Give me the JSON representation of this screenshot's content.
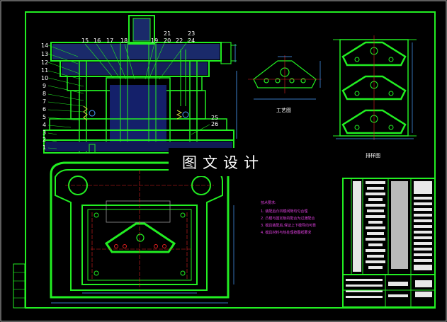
{
  "drawing": {
    "part_numbers_left": [
      "14",
      "13",
      "12",
      "11",
      "10",
      "9",
      "8",
      "7",
      "6",
      "5",
      "4",
      "3",
      "2",
      "1"
    ],
    "part_numbers_top": [
      "15",
      "16",
      "17",
      "18",
      "19",
      "20",
      "21",
      "22",
      "23",
      "24"
    ],
    "part_numbers_right": [
      "25",
      "26"
    ],
    "process_diagram_label": "工艺图",
    "layout_diagram_label": "排样图",
    "watermark": "图文设计",
    "tech_requirements": {
      "title": "技术要求:",
      "lines": [
        "1. 装配后凸凹模间隙均匀合理",
        "2. 凸模与固定板的配合为过渡配合",
        "3. 模具装配后,保证上下模导向可靠",
        "4. 模具材料与热处理按图纸要求"
      ]
    },
    "colors": {
      "line": "#22ee22",
      "centerline": "#e02020",
      "text": "#ffffff",
      "note": "#e040e0",
      "dimension": "#4aa0ff"
    }
  }
}
